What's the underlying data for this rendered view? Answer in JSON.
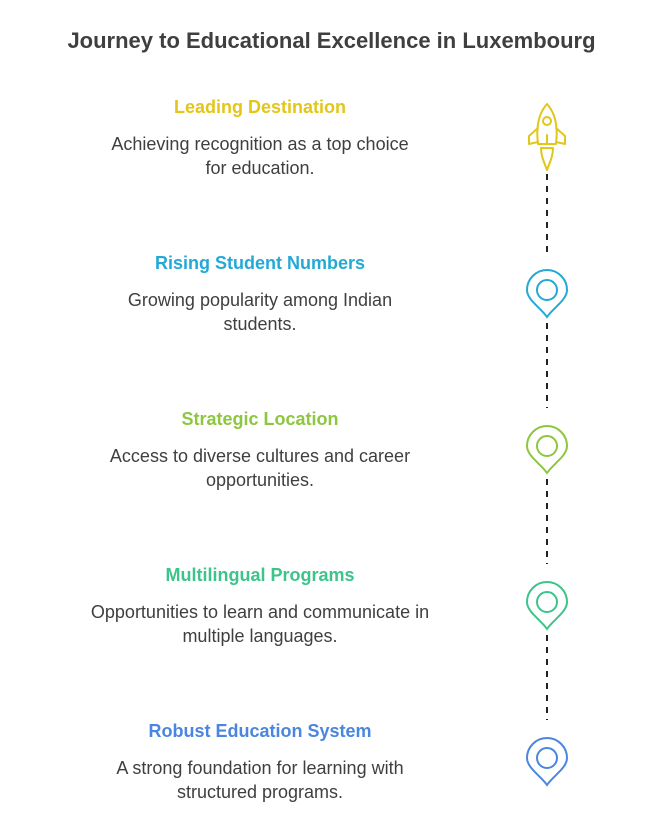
{
  "title": "Journey to Educational Excellence in Luxembourg",
  "steps": [
    {
      "title": "Leading Destination",
      "description": "Achieving recognition as a top choice for education.",
      "color": "#e2c619",
      "icon": "rocket-icon"
    },
    {
      "title": "Rising Student Numbers",
      "description": "Growing popularity among Indian students.",
      "color": "#23a9d6",
      "icon": "map-pin-icon"
    },
    {
      "title": "Strategic Location",
      "description": "Access to diverse cultures and career opportunities.",
      "color": "#8dc63f",
      "icon": "map-pin-icon"
    },
    {
      "title": "Multilingual Programs",
      "description": "Opportunities to learn and communicate in multiple languages.",
      "color": "#3cc48a",
      "icon": "map-pin-icon"
    },
    {
      "title": "Robust Education System",
      "description": "A strong foundation for learning with structured programs.",
      "color": "#4a86e0",
      "icon": "map-pin-icon"
    }
  ]
}
